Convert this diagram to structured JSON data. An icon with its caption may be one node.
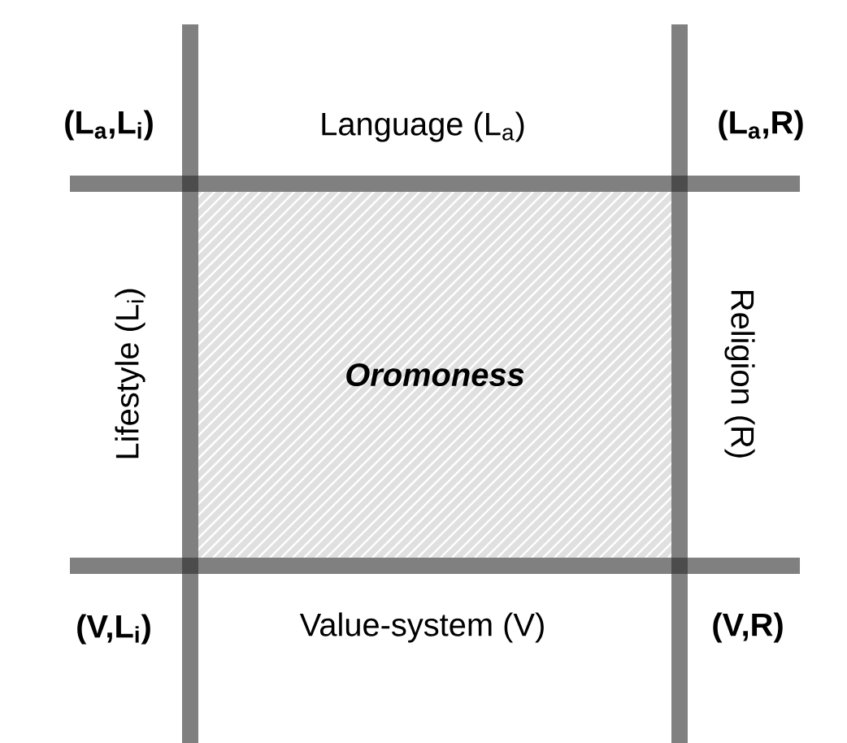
{
  "diagram": {
    "nodes": [
      {
        "text": [
          "Oromoness"
        ]
      }
    ],
    "labels": [
      "(L$_{a}$,L$_{i}$)",
      "Language (L$_{a}$)",
      "(L$_{a}$,R)",
      "Lifestyle (L$_{i}$)",
      "Religion (R)",
      "(V,L$_{i}$)",
      "Value-system (V)",
      "(V,R)"
    ]
  }
}
